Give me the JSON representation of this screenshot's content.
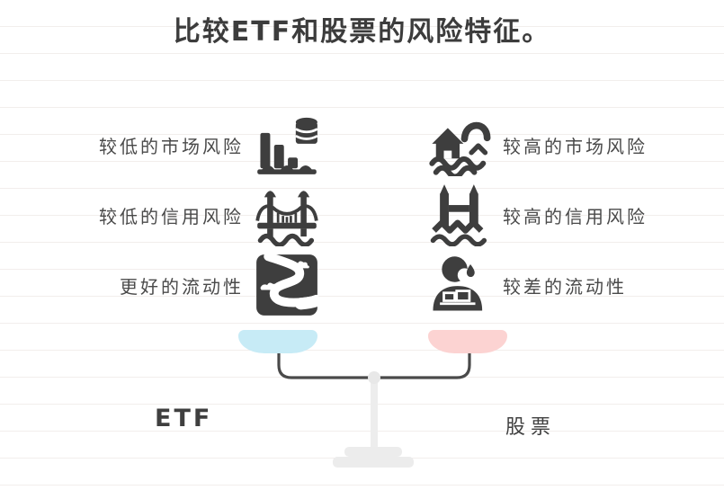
{
  "title": "比较ETF和股票的风险特征。",
  "comparison": {
    "left": {
      "items": [
        {
          "label": "较低的市场风险",
          "icon": "bar-chart-coins-wave-icon"
        },
        {
          "label": "较低的信用风险",
          "icon": "bridge-icon"
        },
        {
          "label": "更好的流动性",
          "icon": "winding-river-icon"
        }
      ]
    },
    "right": {
      "items": [
        {
          "label": "较高的市场风险",
          "icon": "house-flood-wave-icon"
        },
        {
          "label": "较高的信用风险",
          "icon": "castle-flood-icon"
        },
        {
          "label": "较差的流动性",
          "icon": "person-sweat-icon"
        }
      ]
    }
  },
  "scale": {
    "left_label": "ETF",
    "right_label": "股票",
    "left_pan_color": "#c7ebf6",
    "right_pan_color": "#fcd3d2",
    "beam_color": "#4a4a4a",
    "stand_color": "#ececec"
  },
  "colors": {
    "icon": "#3e3e3e",
    "text": "#4a4a4a",
    "title": "#3c3c3c",
    "background_line": "#f2eeec"
  }
}
